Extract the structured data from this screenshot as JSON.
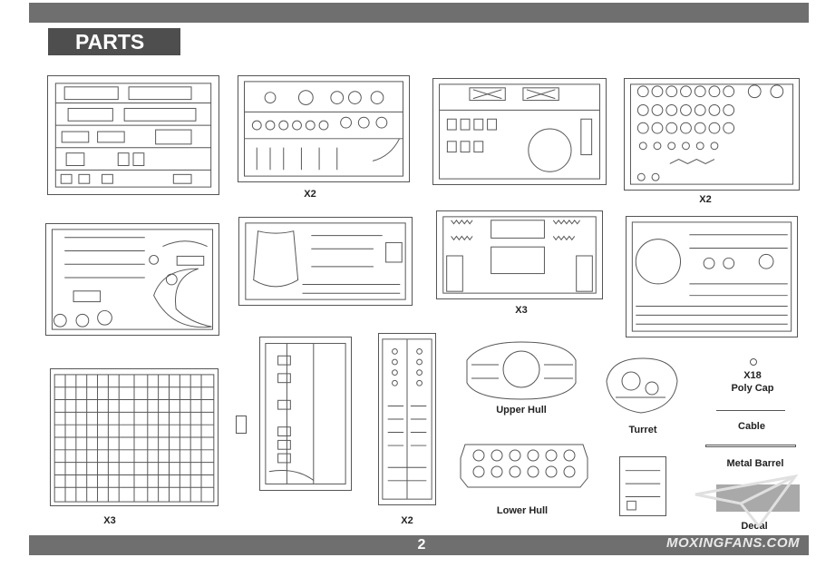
{
  "header": {
    "title": "PARTS"
  },
  "footer": {
    "page_number": "2",
    "watermark": "MOXINGFANS.COM"
  },
  "labels": {
    "b_qty": "X2",
    "d_qty": "X2",
    "g_qty": "X3",
    "j_qty": "X3",
    "l_qty": "X2",
    "upper_hull": "Upper Hull",
    "lower_hull": "Lower Hull",
    "turret": "Turret",
    "poly_cap_qty": "X18",
    "poly_cap": "Poly Cap",
    "cable": "Cable",
    "metal_barrel": "Metal Barrel",
    "decal": "Decal"
  },
  "colors": {
    "bar": "#6f6f6f",
    "title_box": "#4e4e4e",
    "line": "#555555"
  }
}
